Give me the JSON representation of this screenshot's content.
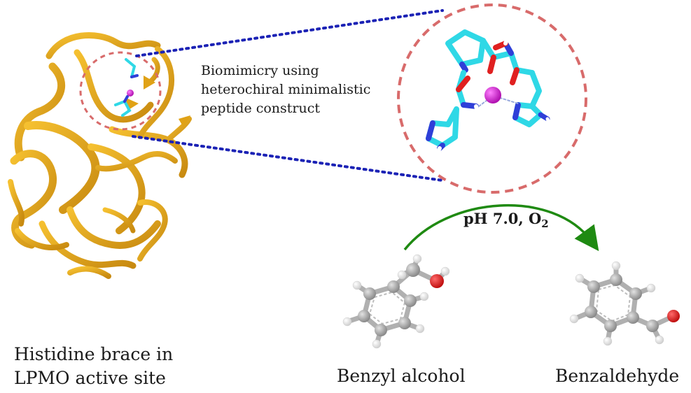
{
  "annotation": {
    "lines": [
      "Biomimicry using",
      "heterochiral minimalistic",
      "peptide construct"
    ]
  },
  "reaction": {
    "condition_main": "pH 7.0, O",
    "condition_sub": "2"
  },
  "labels": {
    "left_lines": [
      "Histidine brace in",
      "LPMO active site"
    ],
    "reactant": "Benzyl alcohol",
    "product": "Benzaldehyde"
  },
  "colors": {
    "protein": "#e8a818",
    "peptide": "#2fd8e6",
    "nitrogen": "#2f3fd8",
    "oxygen": "#e02020",
    "metal": "#d020d0",
    "carbon_grey": "#9a9a9a",
    "hydrogen": "#f2f2f2",
    "zoom_circle": "#d86b6b",
    "connector": "#1b22b5",
    "arrow": "#1f8a12"
  }
}
